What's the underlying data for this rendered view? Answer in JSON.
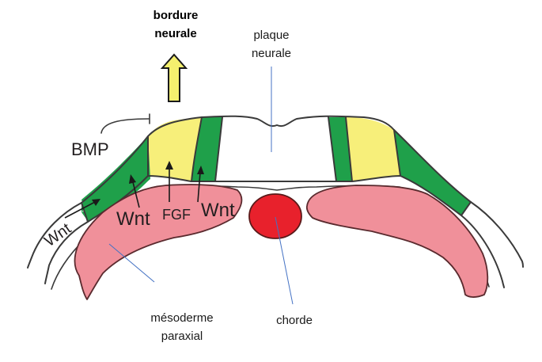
{
  "diagram": {
    "title": "Induction de la bordure neurale",
    "labels": {
      "neural_border": [
        "bordure",
        "neurale"
      ],
      "neural_plate": [
        "plaque",
        "neurale"
      ],
      "paraxial_mesoderm": [
        "mésoderme",
        "paraxial"
      ],
      "notochord": "chorde"
    },
    "signals": {
      "bmp": "BMP",
      "wnt_ectoderm": "Wnt",
      "wnt_mesoderm": "Wnt",
      "fgf": "FGF",
      "wnt_inner": "Wnt"
    },
    "colors": {
      "neural_border_green": "#1fa04a",
      "neural_border_yellow": "#f7ef7a",
      "mesoderm_pink": "#f0909a",
      "notochord_red": "#e8212c",
      "arrow_yellow": "#f5f06e",
      "leader_blue": "#4472c4",
      "outline": "#3a3a3a"
    }
  }
}
